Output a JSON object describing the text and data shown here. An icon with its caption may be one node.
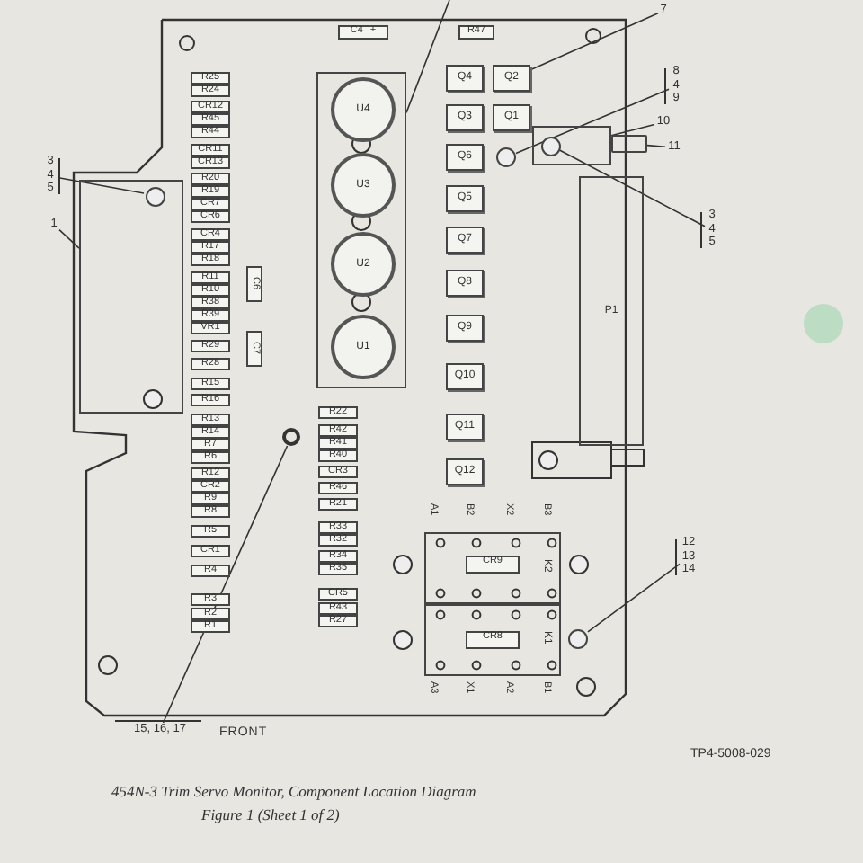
{
  "diagram": {
    "caption": "454N-3 Trim Servo Monitor, Component Location Diagram",
    "nodes": [
      {
        "text": [],
        "shape": "box"
      },
      {
        "text": [],
        "shape": "box",
        "in": 0
      },
      {
        "text": [],
        "shape": "circle",
        "in": 1
      },
      {
        "text": [
          "R25"
        ],
        "in": 0
      },
      {
        "text": [
          "R24"
        ],
        "in": 0
      },
      {
        "text": [
          "CR12"
        ],
        "in": 0
      },
      {
        "text": [
          "R45"
        ],
        "in": 0
      },
      {
        "text": [
          "R44"
        ],
        "in": 0
      },
      {
        "text": [
          "CR11"
        ],
        "in": 0
      },
      {
        "text": [
          "CR13"
        ],
        "in": 0
      },
      {
        "text": [
          "R20"
        ],
        "in": 0
      },
      {
        "text": [
          "R19"
        ],
        "in": 0
      },
      {
        "text": [
          "CR7"
        ],
        "in": 0
      },
      {
        "text": [
          "CR6"
        ],
        "in": 0
      },
      {
        "text": [
          "CR4"
        ],
        "in": 0
      },
      {
        "text": [
          "R17"
        ],
        "in": 0
      },
      {
        "text": [
          "R18"
        ],
        "in": 0
      },
      {
        "text": [
          "R11"
        ],
        "in": 0
      },
      {
        "text": [
          "R10"
        ],
        "in": 0
      },
      {
        "text": [
          "R38"
        ],
        "in": 0
      },
      {
        "text": [
          "R39"
        ],
        "in": 0
      },
      {
        "text": [
          "VR1"
        ],
        "in": 0
      },
      {
        "text": [
          "R29"
        ],
        "in": 0
      },
      {
        "text": [
          "R28"
        ],
        "in": 0
      },
      {
        "text": [
          "R15"
        ],
        "in": 0
      },
      {
        "text": [
          "R16"
        ],
        "in": 0
      },
      {
        "text": [
          "R13"
        ],
        "in": 0
      },
      {
        "text": [
          "R14"
        ],
        "in": 0
      },
      {
        "text": [
          "R7"
        ],
        "in": 0
      },
      {
        "text": [
          "R6"
        ],
        "in": 0
      },
      {
        "text": [
          "R12"
        ],
        "in": 0
      },
      {
        "text": [
          "CR2"
        ],
        "in": 0
      },
      {
        "text": [
          "R9"
        ],
        "in": 0
      },
      {
        "text": [
          "R8"
        ],
        "in": 0
      },
      {
        "text": [
          "R5"
        ],
        "in": 0
      },
      {
        "text": [
          "CR1"
        ],
        "in": 0
      },
      {
        "text": [
          "R4"
        ],
        "in": 0
      },
      {
        "text": [
          "R3"
        ],
        "in": 0
      },
      {
        "text": [
          "R2"
        ],
        "in": 0
      },
      {
        "text": [
          "R1"
        ],
        "in": 0
      },
      {
        "text": [
          "C6"
        ],
        "in": 0
      },
      {
        "text": [
          "C7"
        ],
        "in": 0
      },
      {
        "text": [
          "R22"
        ],
        "in": 0
      },
      {
        "text": [
          "R42"
        ],
        "in": 0
      },
      {
        "text": [
          "R41"
        ],
        "in": 0
      },
      {
        "text": [
          "R40"
        ],
        "in": 0
      },
      {
        "text": [
          "CR3"
        ],
        "in": 0
      },
      {
        "text": [
          "R46"
        ],
        "in": 0
      },
      {
        "text": [
          "R21"
        ],
        "in": 0
      },
      {
        "text": [
          "R33"
        ],
        "in": 0
      },
      {
        "text": [
          "R32"
        ],
        "in": 0
      },
      {
        "text": [
          "R34"
        ],
        "in": 0
      },
      {
        "text": [
          "R35"
        ],
        "in": 0
      },
      {
        "text": [
          "CR5"
        ],
        "in": 0
      },
      {
        "text": [
          "R43"
        ],
        "in": 0
      },
      {
        "text": [
          "R27"
        ],
        "in": 0
      },
      {
        "text": [],
        "shape": "circle",
        "in": 0
      },
      {
        "text": [],
        "shape": "box",
        "in": 0
      },
      {
        "text": [
          "U4"
        ],
        "in": 57
      },
      {
        "text": [
          "U3"
        ],
        "in": 57
      },
      {
        "text": [
          "U2"
        ],
        "in": 57
      },
      {
        "text": [
          "U1"
        ],
        "in": 57
      },
      {
        "text": [
          "C4",
          "+"
        ],
        "in": 0
      },
      {
        "text": [
          "R47"
        ],
        "in": 0
      },
      {
        "text": [
          "Q4"
        ],
        "in": 0
      },
      {
        "text": [
          "Q2"
        ],
        "in": 0
      },
      {
        "text": [
          "Q3"
        ],
        "in": 0
      },
      {
        "text": [
          "Q1"
        ],
        "in": 0
      },
      {
        "text": [
          "Q6"
        ],
        "in": 0
      },
      {
        "text": [
          "Q5"
        ],
        "in": 0
      },
      {
        "text": [
          "Q7"
        ],
        "in": 0
      },
      {
        "text": [
          "Q8"
        ],
        "in": 0
      },
      {
        "text": [
          "Q9"
        ],
        "in": 0
      },
      {
        "text": [
          "Q10"
        ],
        "in": 0
      },
      {
        "text": [
          "Q11"
        ],
        "in": 0
      },
      {
        "text": [
          "Q12"
        ],
        "in": 0
      },
      {
        "text": [],
        "shape": "circle",
        "in": 0
      },
      {
        "text": [],
        "shape": "box",
        "in": 0
      },
      {
        "text": [],
        "shape": "circle",
        "in": 77
      },
      {
        "text": [],
        "shape": "bar"
      },
      {
        "text": [
          "P1"
        ]
      },
      {
        "text": [
          "K2"
        ],
        "in": 0
      },
      {
        "text": [
          "CR9"
        ],
        "in": 81
      },
      {
        "text": [
          "K1"
        ],
        "in": 0
      },
      {
        "text": [
          "CR8"
        ],
        "in": 83
      },
      {
        "text": [],
        "shape": "circle",
        "in": 0
      },
      {
        "text": [
          "1"
        ]
      },
      {
        "text": [
          "3 4 5"
        ]
      },
      {
        "text": [
          "7"
        ]
      },
      {
        "text": [
          "8 4 9"
        ]
      },
      {
        "text": [
          "10"
        ]
      },
      {
        "text": [
          "11"
        ]
      },
      {
        "text": [
          "3 4 5"
        ]
      },
      {
        "text": [
          "12 13 14"
        ]
      },
      {
        "text": [
          "15, 16, 17"
        ]
      }
    ],
    "edges": [
      {
        "from": null,
        "to": 57,
        "arrow": "none"
      },
      {
        "from": 86,
        "to": 1,
        "arrow": "none"
      },
      {
        "from": 87,
        "to": 2,
        "arrow": "none"
      },
      {
        "from": 88,
        "to": 65,
        "arrow": "none"
      },
      {
        "from": 89,
        "to": 76,
        "arrow": "none"
      },
      {
        "from": 90,
        "to": 77,
        "arrow": "none"
      },
      {
        "from": 91,
        "to": 79,
        "arrow": "none"
      },
      {
        "from": 92,
        "to": 78,
        "arrow": "none"
      },
      {
        "from": 93,
        "to": 85,
        "arrow": "none"
      },
      {
        "from": 94,
        "to": 56,
        "arrow": "none"
      }
    ],
    "labels": [
      "A1",
      "B2",
      "X2",
      "B3",
      "A3",
      "X1",
      "A2",
      "B1",
      "FRONT",
      "TP4-5008-029",
      "Figure 1 (Sheet 1 of 2)"
    ]
  }
}
